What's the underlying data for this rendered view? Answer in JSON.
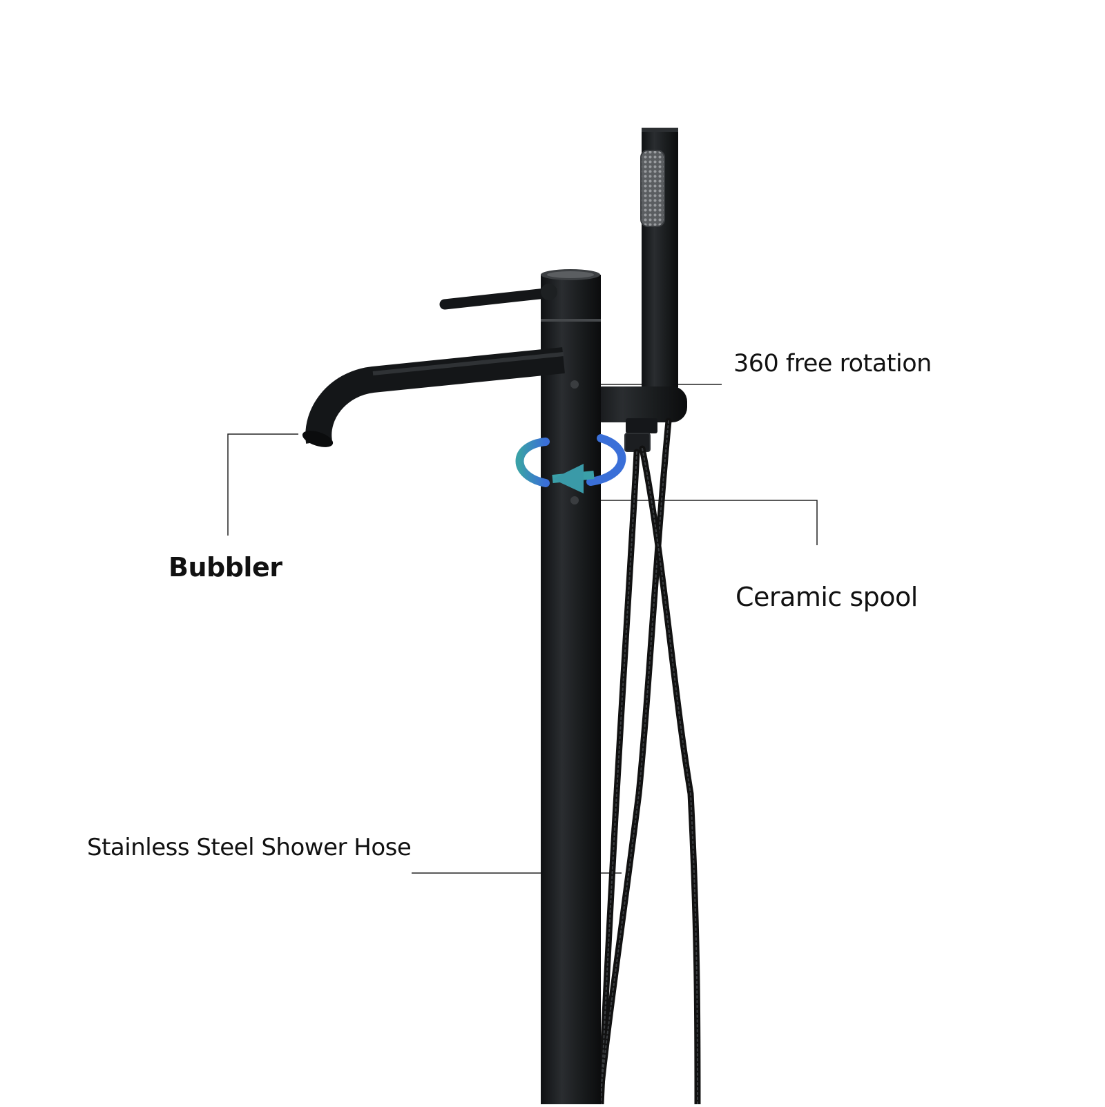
{
  "callouts": {
    "rotation": "360 free rotation",
    "bubbler": "Bubbler",
    "ceramic_spool": "Ceramic spool",
    "hose": "Stainless Steel Shower Hose"
  },
  "colors": {
    "background": "#ffffff",
    "fixture": "#1a1c1e",
    "leader_line": "#222222",
    "arrow_blue": "#3a6fd8",
    "arrow_teal": "#3aa0a8"
  },
  "icons": {
    "rotation_indicator": "rotate-arrow-icon"
  }
}
